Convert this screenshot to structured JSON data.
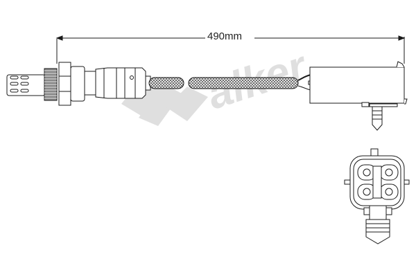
{
  "diagram": {
    "subject": "oxygen sensor",
    "dimension": {
      "label": "490mm",
      "value": 490,
      "unit": "mm"
    },
    "watermark": {
      "text": "Walker",
      "color": "#d9d9d9"
    },
    "colors": {
      "line": "#1a1a1a",
      "fill": "#ffffff",
      "braid": "#6e6e6e",
      "watermark": "#d9d9d9"
    },
    "parts": [
      "sensor-tip",
      "threaded-body",
      "hex-nut",
      "sensor-housing",
      "braided-cable",
      "connector-side-view",
      "connector-front-view"
    ],
    "connector_front_view": {
      "pin_count": 4
    }
  }
}
